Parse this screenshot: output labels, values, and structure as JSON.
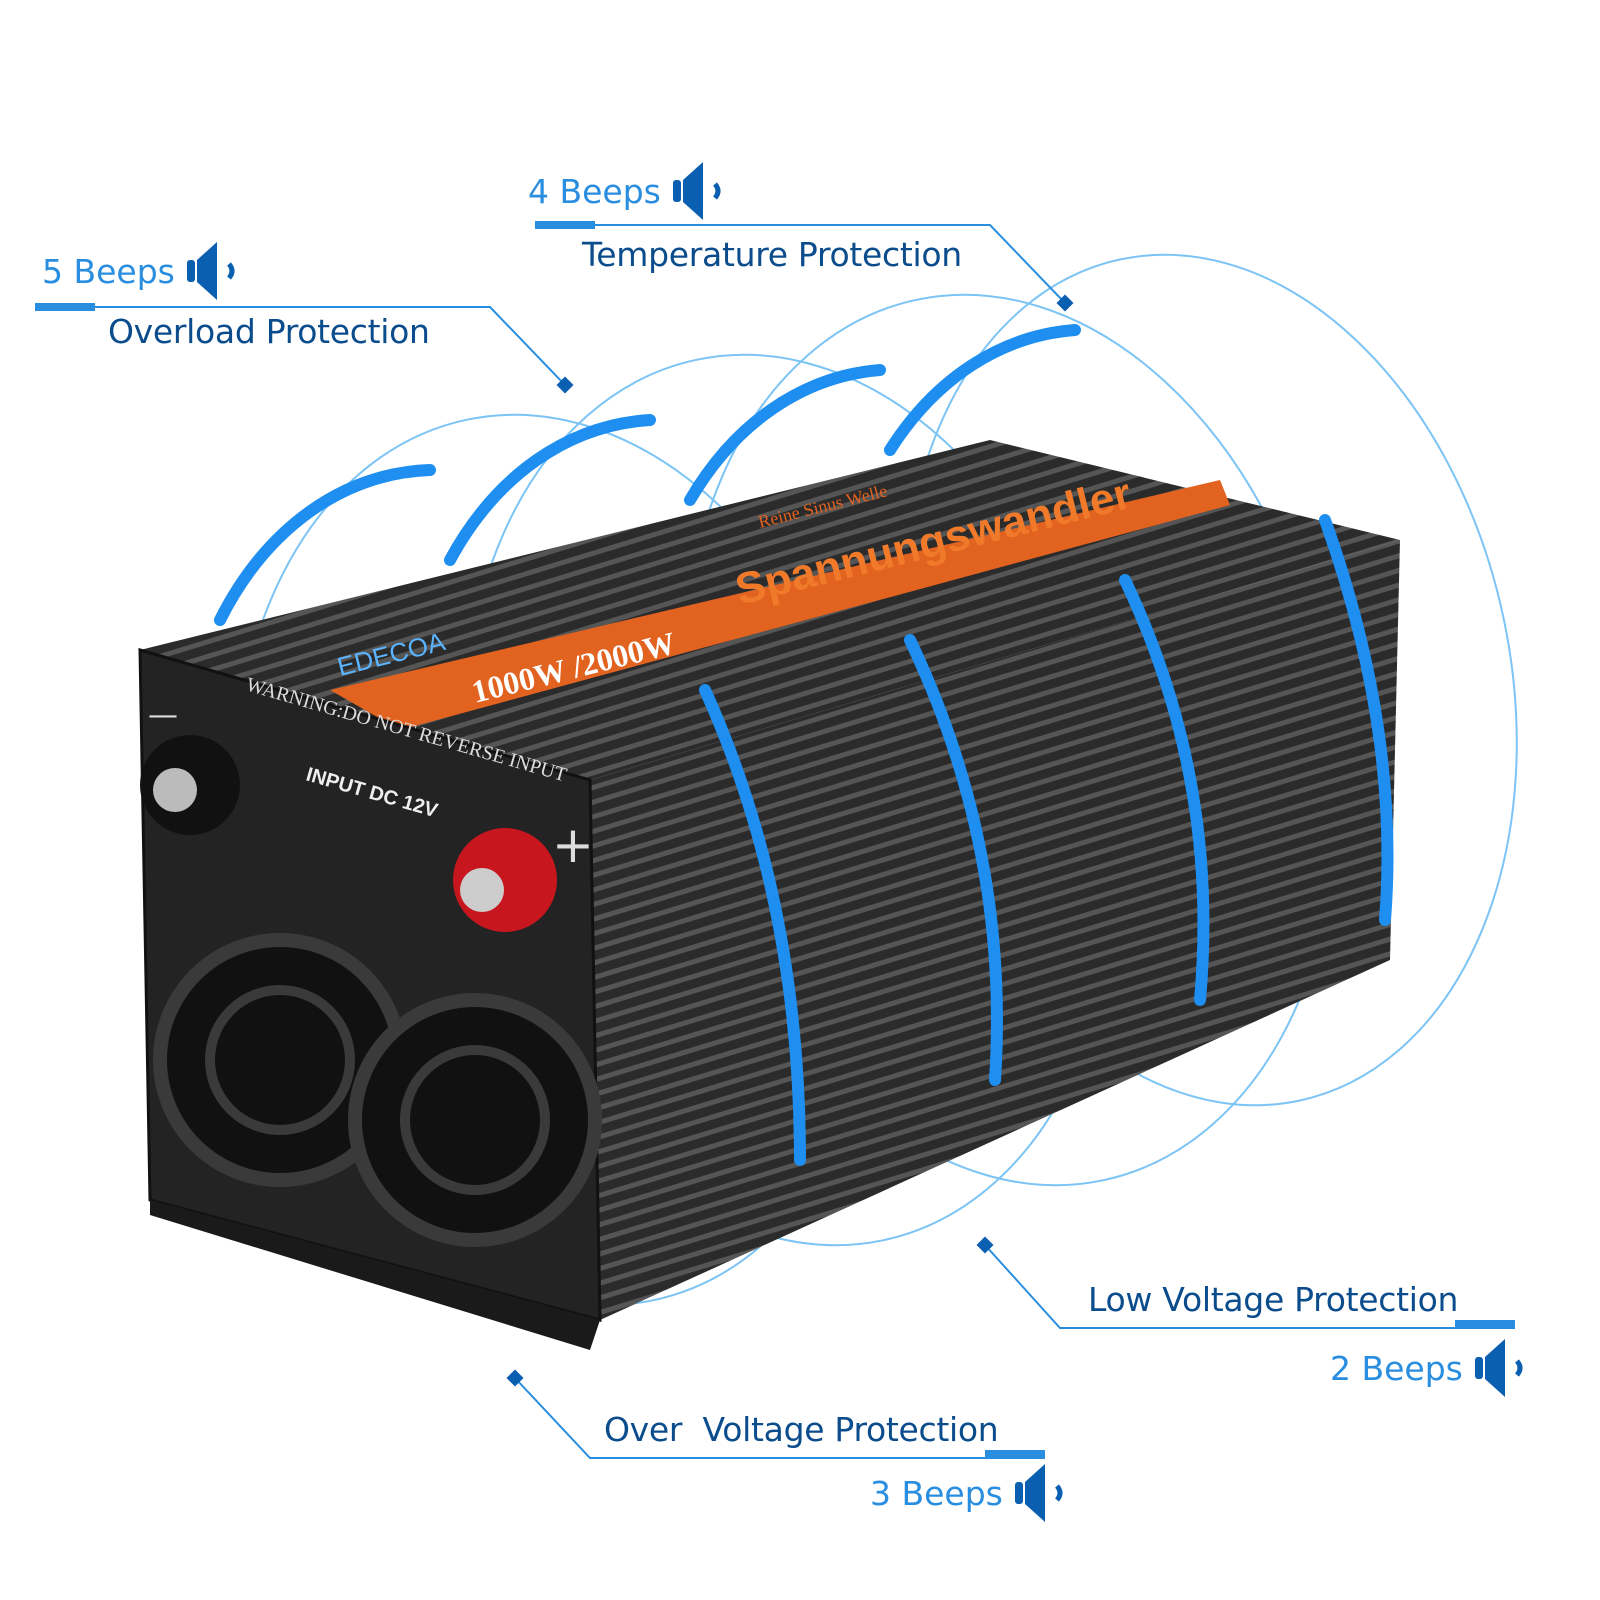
{
  "colors": {
    "feature_text": "#0b4c8c",
    "beep_text": "#2a8ee0",
    "wave": "#1e8ff0",
    "body": "#2a2a2a",
    "label_orange": "#e2621f"
  },
  "callouts": [
    {
      "feature": "Overload Protection",
      "beeps": "5 Beeps",
      "icon": "speaker-icon"
    },
    {
      "feature": "Temperature Protection",
      "beeps": "4 Beeps",
      "icon": "speaker-icon"
    },
    {
      "feature": "Low Voltage Protection",
      "beeps": "2 Beeps",
      "icon": "speaker-icon"
    },
    {
      "feature": "Over  Voltage Protection",
      "beeps": "3 Beeps",
      "icon": "speaker-icon"
    }
  ],
  "product": {
    "brand": "EDECOA",
    "power": "1000W /2000W",
    "title": "Spannungswandler",
    "subtitle": "Reine Sinus Welle",
    "warning": "WARNING:DO NOT REVERSE INPUT",
    "input": "INPUT DC 12V",
    "negative": "—",
    "positive": "+"
  }
}
